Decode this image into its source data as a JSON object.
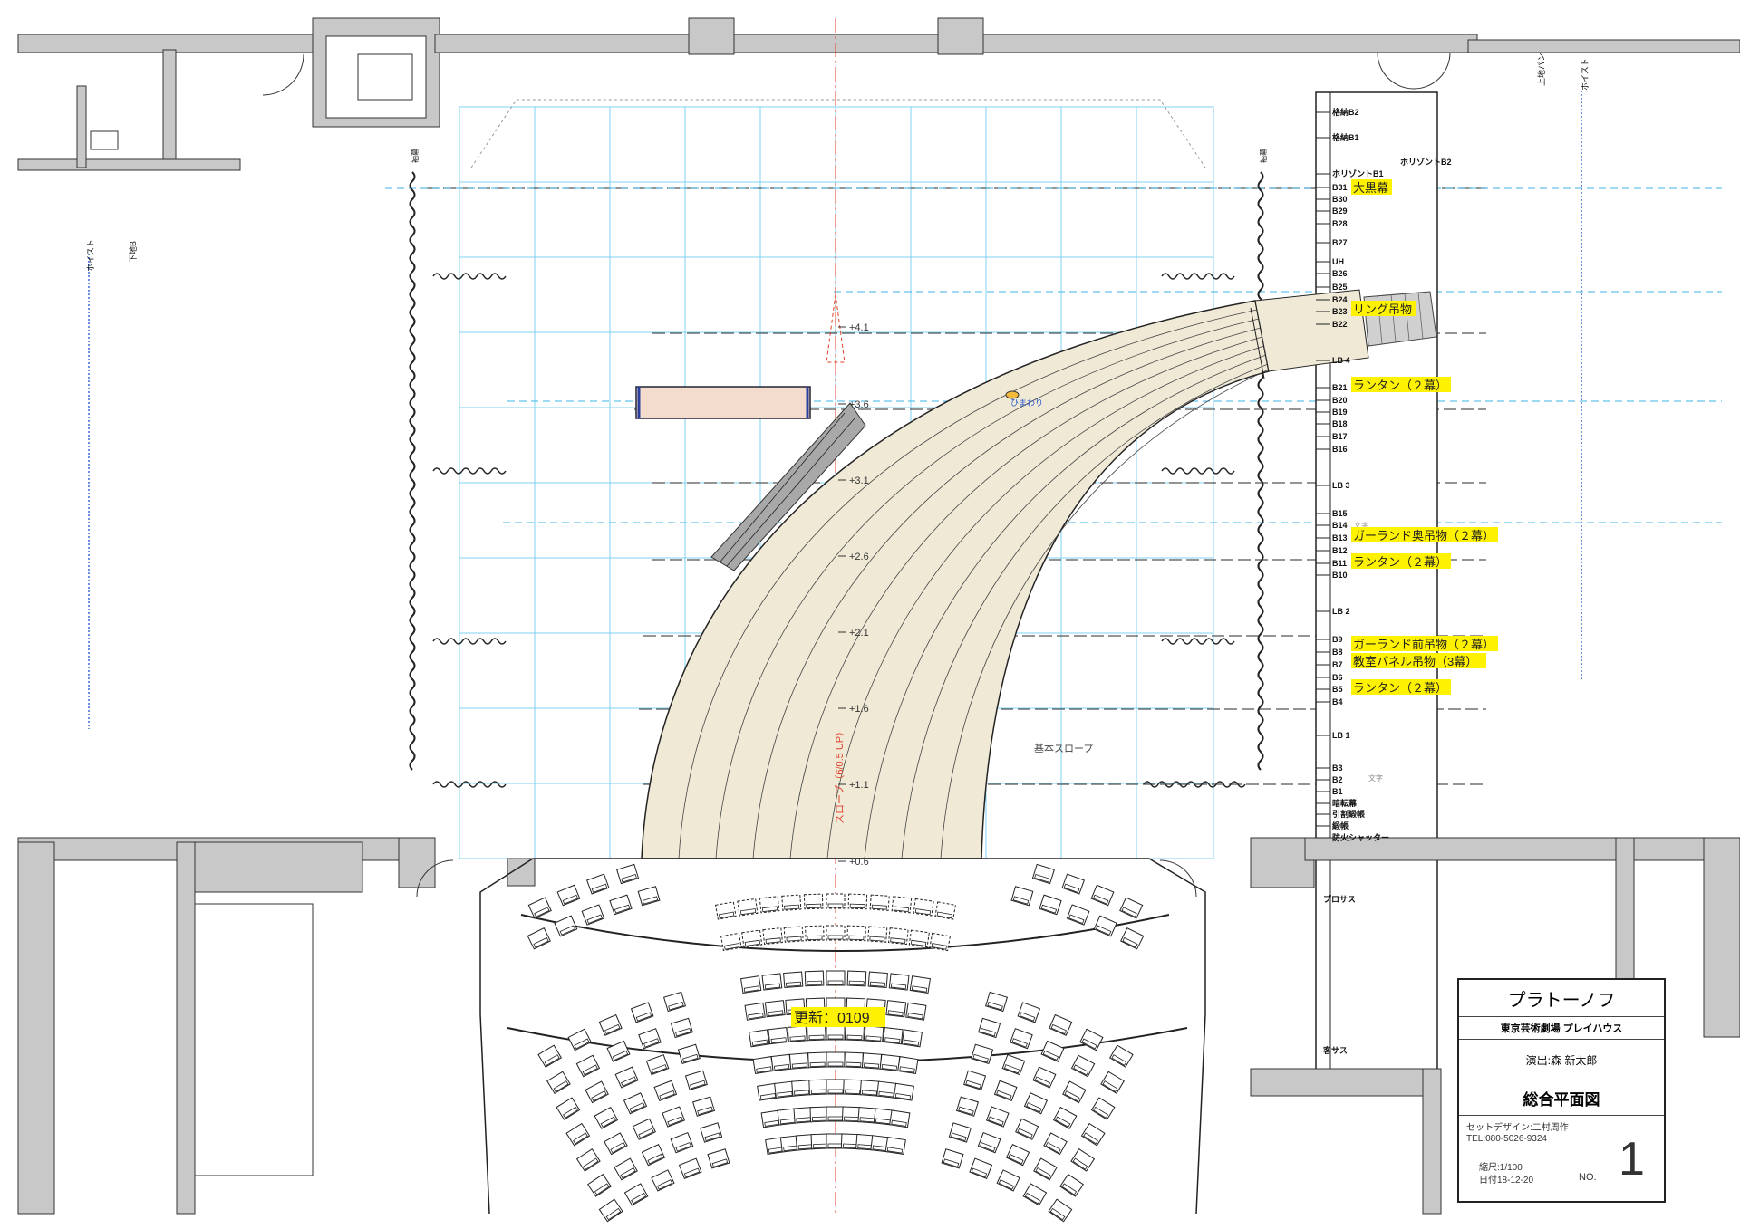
{
  "title_block": {
    "production": "プラトーノフ",
    "venue": "東京芸術劇場 プレイハウス",
    "director": "演出:森 新太郎",
    "drawing_title": "総合平面図",
    "designer": "セットデザイン:二村周作",
    "phone": "TEL:080-5026-9324",
    "scale": "縮尺:1/100",
    "date": "日付18-12-20",
    "no_label": "NO.",
    "no_value": "1"
  },
  "update_label": "更新：0109",
  "slope_label": "基本スロープ",
  "slope_axis_label": "スロープ（6/0.5 UP）",
  "sunflower_label": "ひまわり",
  "text_marker": "文字",
  "hoist_label": "ホイスト",
  "down_label": "下地B",
  "upper_label": "上地パン",
  "side_curtain_label": "袖幕",
  "height_marks": [
    "+4.1",
    "+3.6",
    "+3.1",
    "+2.6",
    "+2.1",
    "+1.6",
    "+1.1",
    "+0.6"
  ],
  "batten_labels": [
    "格納B2",
    "格納B1",
    "ホリゾントB1",
    "B31",
    "B30",
    "B29",
    "B28",
    "B27",
    "UH",
    "B26",
    "B25",
    "B24",
    "B23",
    "B22",
    "LB 4",
    "B21",
    "B20",
    "B19",
    "B18",
    "B17",
    "B16",
    "LB 3",
    "B15",
    "B14",
    "B13",
    "B12",
    "B11",
    "B10",
    "LB 2",
    "B9",
    "B8",
    "B7",
    "B6",
    "B5",
    "B4",
    "LB 1",
    "B3",
    "B2",
    "B1",
    "暗転幕",
    "引割緞帳",
    "緞帳",
    "防火シャッター"
  ],
  "horizon_b2_label": "ホリゾントB2",
  "prosce_label": "プロサス",
  "audience_label": "客サス",
  "annotations": [
    "大黒幕",
    "リング吊物",
    "ランタン（２幕）",
    "ガーランド奥吊物（２幕）",
    "ランタン（２幕）",
    "ガーランド前吊物（２幕）",
    "教室パネル吊物（3幕）",
    "ランタン（２幕）"
  ],
  "colors": {
    "wall_gray": "#c8c8c8",
    "grid_blue": "#7fd0f0",
    "slope_fill": "#efe9d6",
    "highlight": "#fff200",
    "center_line": "#e0402a",
    "dash_gray": "#555555"
  }
}
